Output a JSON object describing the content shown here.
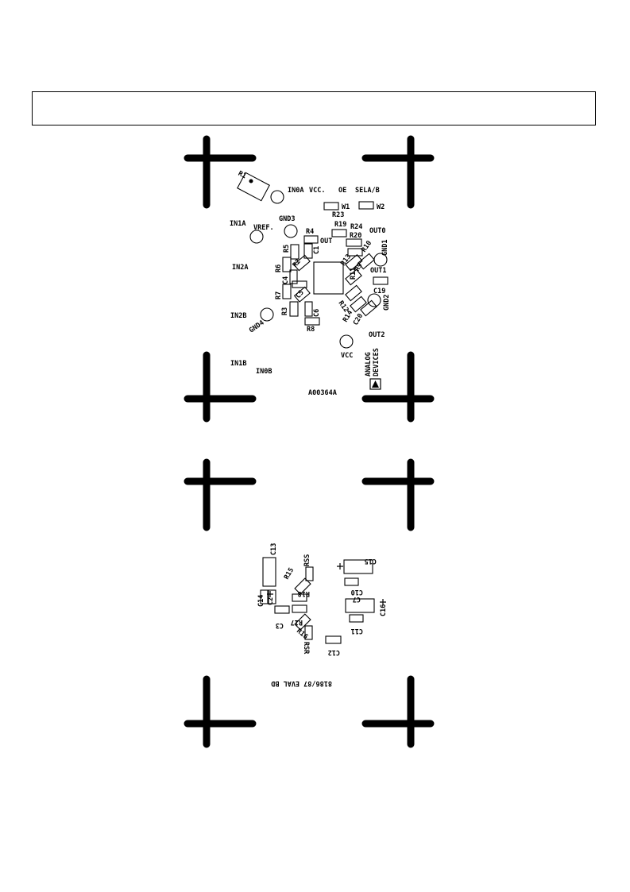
{
  "top_silkscreen": {
    "labels": {
      "r1": "R1",
      "in0a": "IN0A",
      "vcc_top": "VCC.",
      "oe": "OE",
      "sela_b": "SELA/B",
      "w1": "W1",
      "w2": "W2",
      "r23": "R23",
      "in1a": "IN1A",
      "vref": "VREF.",
      "gnd3": "GND3",
      "r19": "R19",
      "r24": "R24",
      "out0": "OUT0",
      "r4": "R4",
      "out": "OUT",
      "r20": "R20",
      "gnd1": "GND1",
      "r5": "R5",
      "c1": "C1",
      "r10": "R10",
      "in2a": "IN2A",
      "r6": "R6",
      "r2": "R2",
      "r13": "R13",
      "r9": "R9",
      "out1": "OUT1",
      "c4": "C4",
      "r11": "R11",
      "c19": "C19",
      "r7": "R7",
      "c5": "C5",
      "r12": "R12",
      "gnd2": "GND2",
      "r3": "R3",
      "c6": "C6",
      "r14": "R14",
      "c20": "C20",
      "in2b": "IN2B",
      "gnd4": "GND4",
      "r8": "R8",
      "out2": "OUT2",
      "vcc": "VCC",
      "analog": "ANALOG",
      "devices": "DEVICES",
      "in1b": "IN1B",
      "in0b": "IN0B",
      "board_id": "A00364A"
    }
  },
  "bottom_silkscreen": {
    "labels": {
      "c13": "C13",
      "r15": "R15",
      "rss": "RSS",
      "c15": "C15",
      "c14": "C14",
      "c2": "C2",
      "r18": "R18",
      "c10": "C10",
      "c7": "C7",
      "c16": "C16",
      "c3": "C3",
      "r17": "R17",
      "c11": "C11",
      "r16": "R16",
      "rsr": "RSR",
      "c12": "C12",
      "board_name": "8186/87 EVAL BD"
    }
  },
  "colors": {
    "ink": "#000000",
    "paper": "#ffffff"
  }
}
